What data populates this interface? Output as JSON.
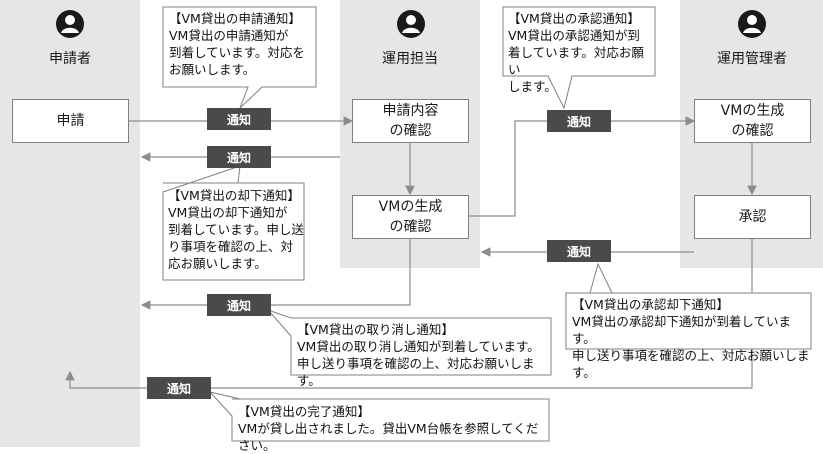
{
  "actors": {
    "applicant": "申請者",
    "operator": "運用担当",
    "manager": "運用管理者"
  },
  "steps": {
    "apply": "申請",
    "review_request": "申請内容\nの確認",
    "review_vm_operator": "VMの生成\nの確認",
    "review_vm_manager": "VMの生成\nの確認",
    "approve": "承認"
  },
  "badge_label": "通知",
  "notices": {
    "request": "【VM貸出の申請通知】\nVM貸出の申請通知が\n到着しています。対応を\nお願いします。",
    "approval": "【VM貸出の承認通知】\nVM貸出の承認通知が到\n着しています。対応お願い\nします。",
    "rejection": "【VM貸出の却下通知】\nVM貸出の却下通知が\n到着しています。申し送\nり事項を確認の上、対\n応お願いします。",
    "approval_rejection": "【VM貸出の承認却下通知】\nVM貸出の承認却下通知が到着しています。\n申し送り事項を確認の上、対応お願いします。",
    "cancellation": "【VM貸出の取り消し通知】\nVM貸出の取り消し通知が到着しています。\n申し送り事項を確認の上、対応お願いします。",
    "completion": "【VM貸出の完了通知】\nVMが貸し出されました。貸出VM台帳を参照してください。"
  }
}
